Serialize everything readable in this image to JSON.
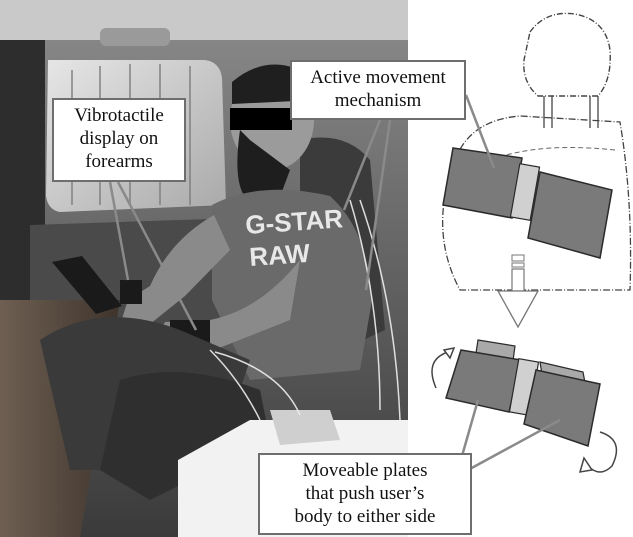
{
  "callouts": {
    "vibrotactile": [
      "Vibrotactile",
      "display on",
      "forearms"
    ],
    "active_movement": [
      "Active movement",
      "mechanism"
    ],
    "moveable_plates": [
      "Moveable plates",
      "that push user’s",
      "body to either side"
    ]
  },
  "shirt_text": [
    "G-STAR",
    "RAW"
  ],
  "colors": {
    "plate_fill": "#7a7a7a",
    "plate_stroke": "#2a2a2a",
    "connector_fill": "#d0d0d0",
    "callout_border": "#6e6e6e",
    "leader_line": "#8a8a8a"
  }
}
